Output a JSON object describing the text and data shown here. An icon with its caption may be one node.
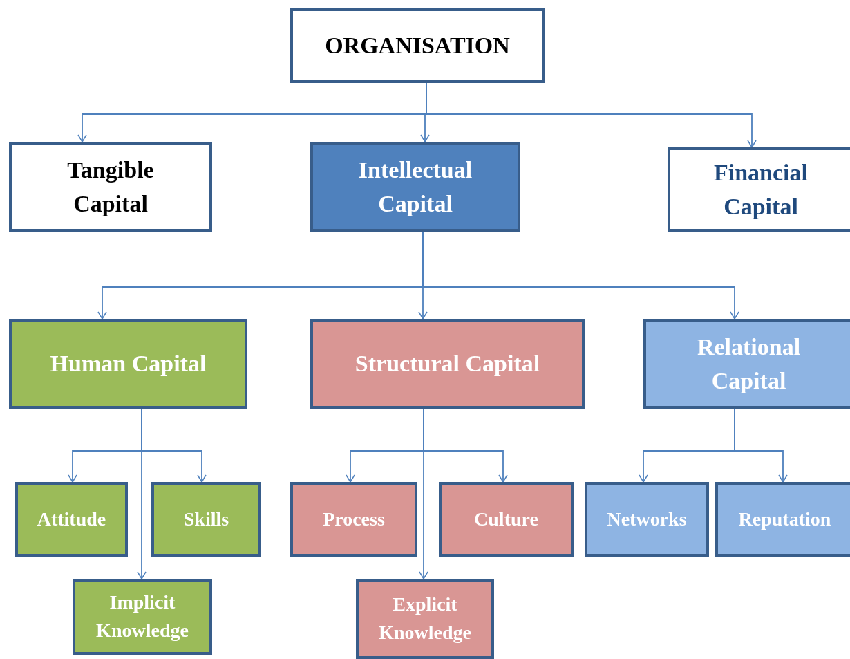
{
  "diagram": {
    "nodes": [
      {
        "text": [
          "ORGANISATION"
        ]
      },
      {
        "text": [
          "Tangible Capital"
        ]
      },
      {
        "text": [
          "Intellectual Capital"
        ]
      },
      {
        "text": [
          "Financial Capital"
        ]
      },
      {
        "text": [
          "Human Capital"
        ]
      },
      {
        "text": [
          "Structural Capital"
        ]
      },
      {
        "text": [
          "Relational Capital"
        ]
      },
      {
        "text": [
          "Attitude"
        ]
      },
      {
        "text": [
          "Skills"
        ]
      },
      {
        "text": [
          "Process"
        ]
      },
      {
        "text": [
          "Culture"
        ]
      },
      {
        "text": [
          "Networks"
        ]
      },
      {
        "text": [
          "Reputation"
        ]
      },
      {
        "text": [
          "Implicit Knowledge"
        ]
      },
      {
        "text": [
          "Explicit Knowledge"
        ]
      }
    ],
    "edges": [
      {
        "from": 0,
        "to": 1,
        "arrow": "to"
      },
      {
        "from": 0,
        "to": 2,
        "arrow": "to"
      },
      {
        "from": 0,
        "to": 3,
        "arrow": "to"
      },
      {
        "from": 2,
        "to": 4,
        "arrow": "to"
      },
      {
        "from": 2,
        "to": 5,
        "arrow": "to"
      },
      {
        "from": 2,
        "to": 6,
        "arrow": "to"
      },
      {
        "from": 4,
        "to": 7,
        "arrow": "to"
      },
      {
        "from": 4,
        "to": 13,
        "arrow": "to"
      },
      {
        "from": 4,
        "to": 8,
        "arrow": "to"
      },
      {
        "from": 5,
        "to": 9,
        "arrow": "to"
      },
      {
        "from": 5,
        "to": 14,
        "arrow": "to"
      },
      {
        "from": 5,
        "to": 10,
        "arrow": "to"
      },
      {
        "from": 6,
        "to": 11,
        "arrow": "to"
      },
      {
        "from": 6,
        "to": 12,
        "arrow": "to"
      }
    ]
  }
}
